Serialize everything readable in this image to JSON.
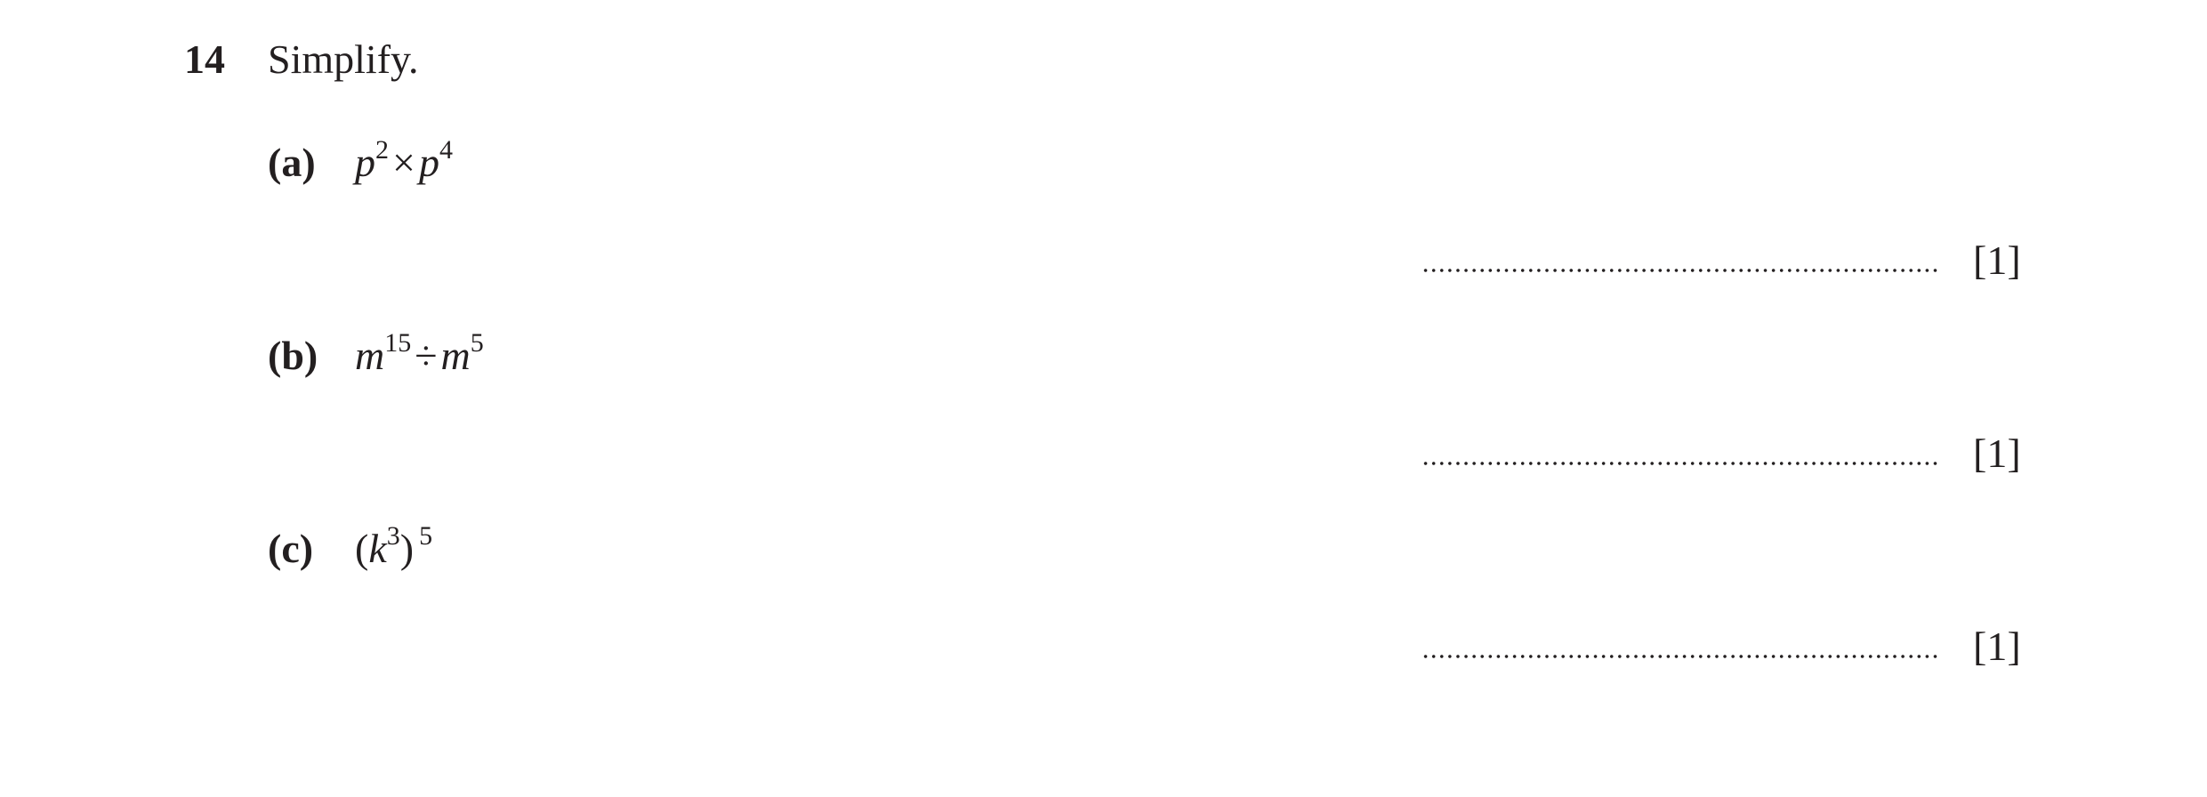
{
  "question": {
    "number": "14",
    "stem": "Simplify."
  },
  "parts": [
    {
      "label": "(a)",
      "expression": {
        "base1": "p",
        "exp1": "2",
        "operator": "×",
        "base2": "p",
        "exp2": "4"
      },
      "marks": "[1]"
    },
    {
      "label": "(b)",
      "expression": {
        "base1": "m",
        "exp1": "15",
        "operator": "÷",
        "base2": "m",
        "exp2": "5"
      },
      "marks": "[1]"
    },
    {
      "label": "(c)",
      "expression": {
        "open": "(",
        "base": "k",
        "inner_exp": "3",
        "close": ")",
        "outer_exp": "5"
      },
      "marks": "[1]"
    }
  ]
}
